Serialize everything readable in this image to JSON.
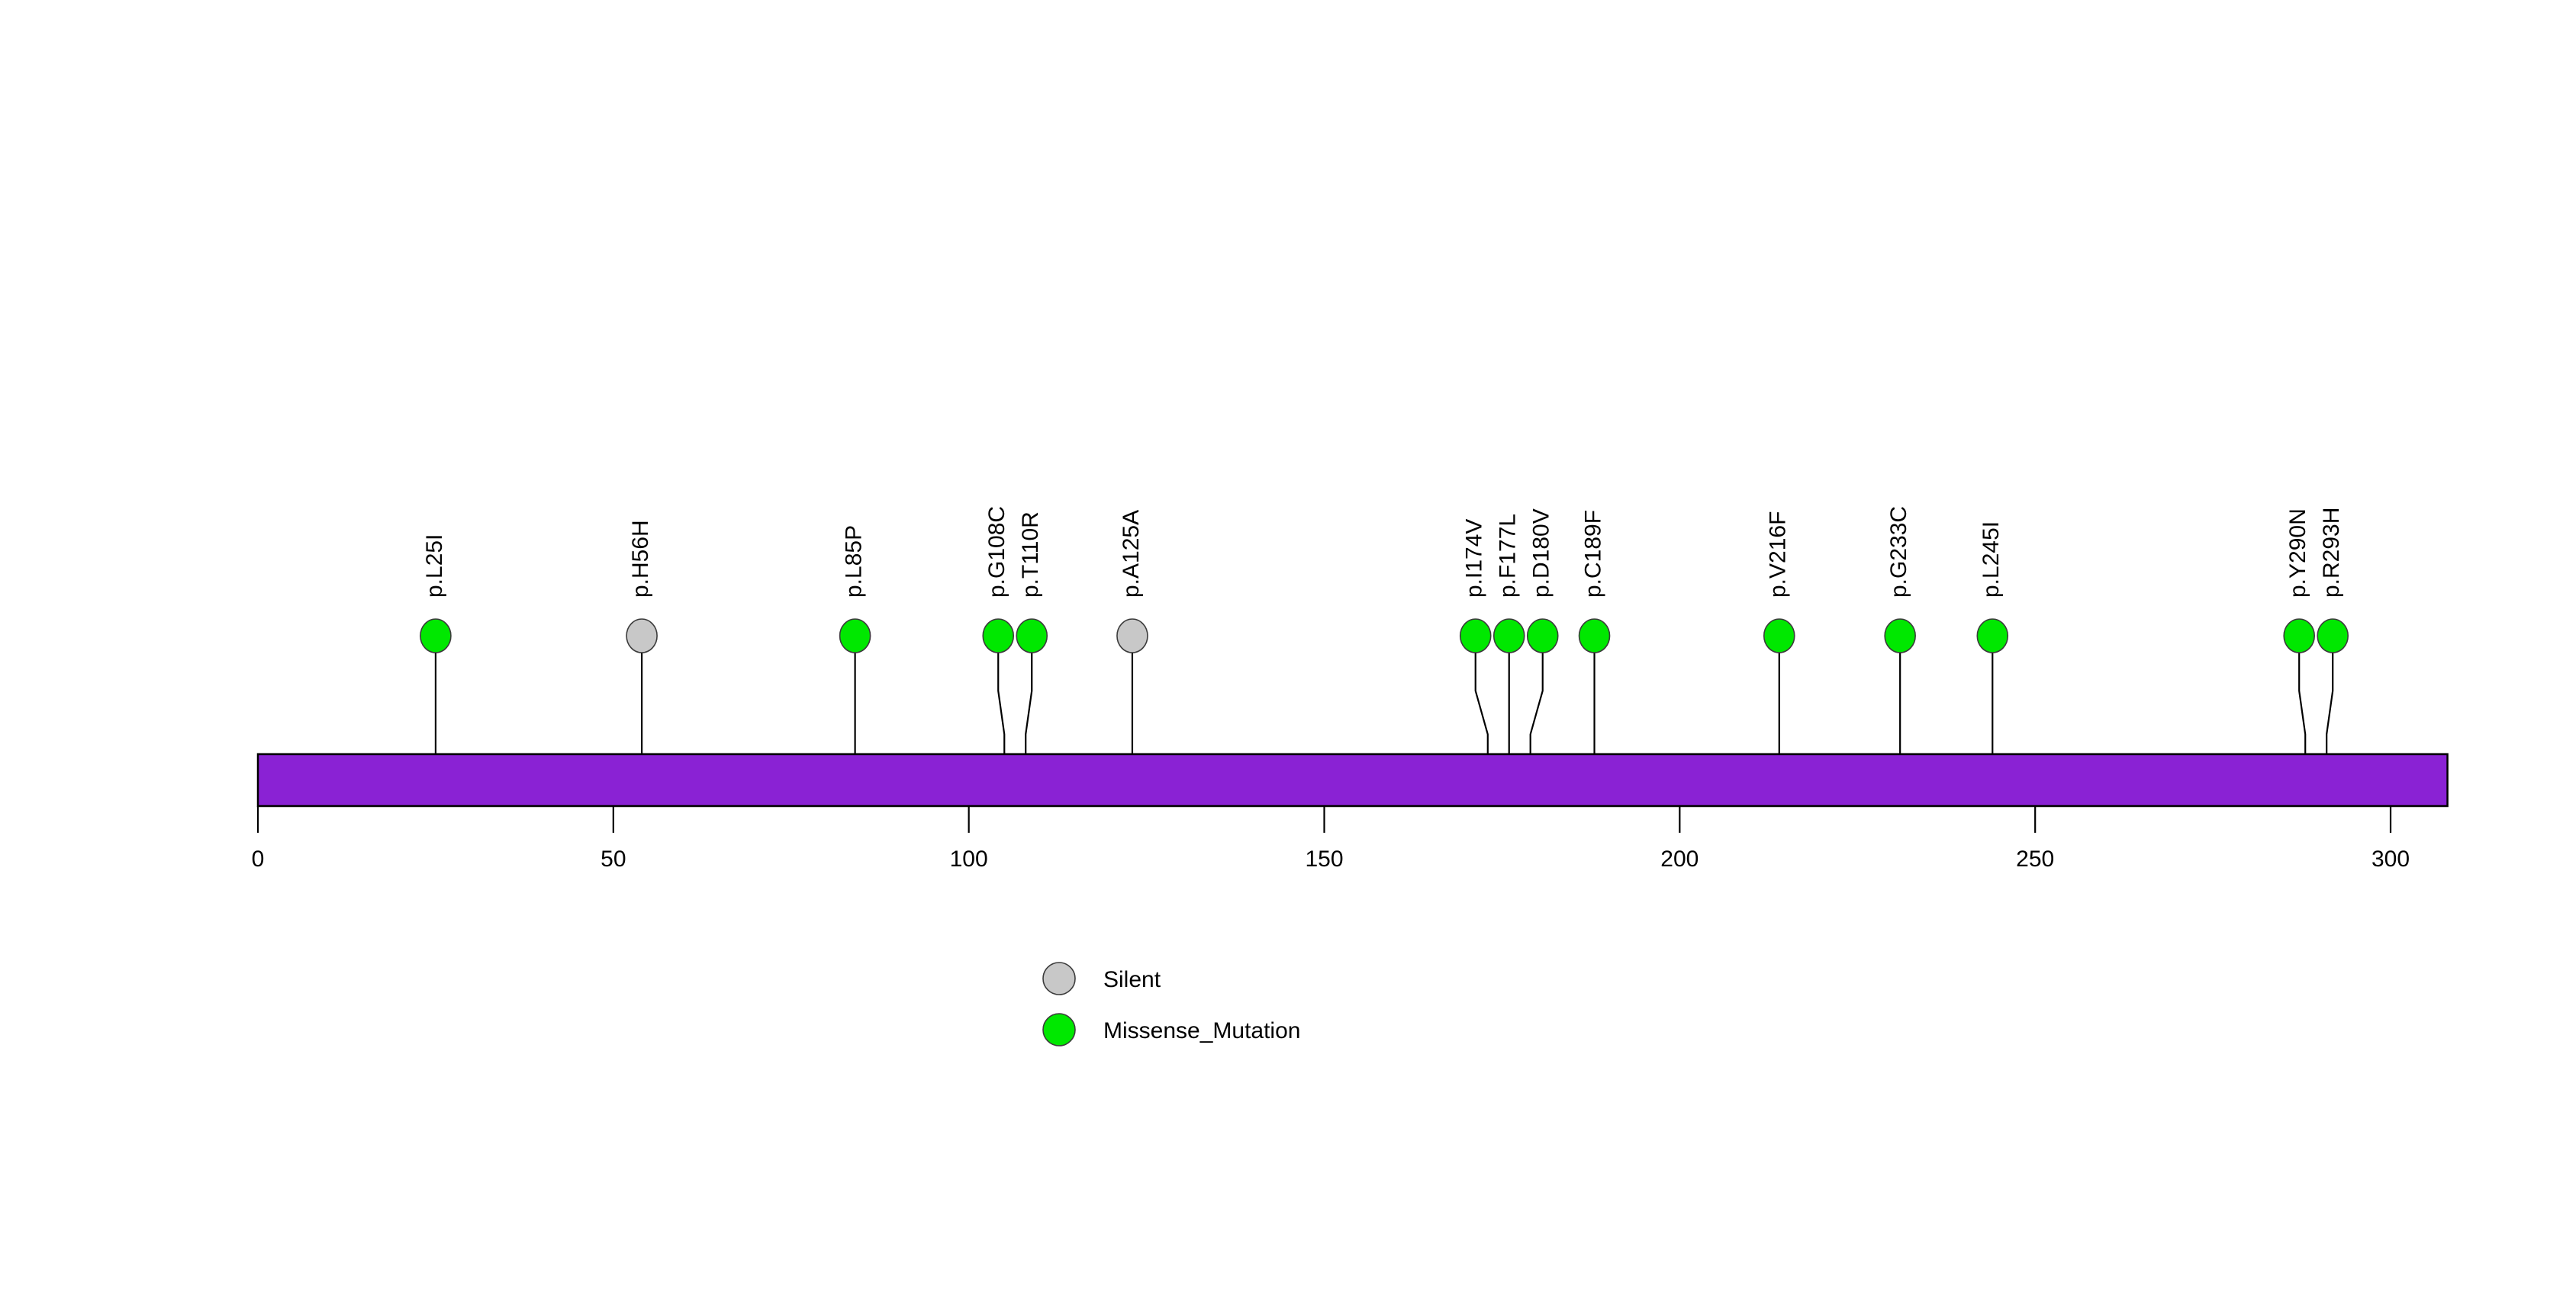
{
  "chart_data": {
    "type": "lollipop",
    "title": "",
    "xlabel": "",
    "ylabel": "",
    "xlim": [
      0,
      308
    ],
    "axis_ticks": [
      {
        "value": 0,
        "label": "0"
      },
      {
        "value": 50,
        "label": "50"
      },
      {
        "value": 100,
        "label": "100"
      },
      {
        "value": 150,
        "label": "150"
      },
      {
        "value": 200,
        "label": "200"
      },
      {
        "value": 250,
        "label": "250"
      },
      {
        "value": 300,
        "label": "300"
      }
    ],
    "protein_bar": {
      "start": 0,
      "end": 308,
      "color": "#8A22D4",
      "border_color": "#000000"
    },
    "mutations": [
      {
        "label": "p.L25I",
        "position": 25,
        "type": "Missense_Mutation",
        "color": "#00E800",
        "count": 1
      },
      {
        "label": "p.H56H",
        "position": 54,
        "type": "Silent",
        "color": "#C8C8C8",
        "count": 1
      },
      {
        "label": "p.L85P",
        "position": 84,
        "type": "Missense_Mutation",
        "color": "#00E800",
        "count": 1
      },
      {
        "label": "p.G108C",
        "position": 105,
        "type": "Missense_Mutation",
        "color": "#00E800",
        "count": 1
      },
      {
        "label": "p.T110R",
        "position": 108,
        "type": "Missense_Mutation",
        "color": "#00E800",
        "count": 1
      },
      {
        "label": "p.A125A",
        "position": 123,
        "type": "Silent",
        "color": "#C8C8C8",
        "count": 1
      },
      {
        "label": "p.I174V",
        "position": 173,
        "type": "Missense_Mutation",
        "color": "#00E800",
        "count": 1
      },
      {
        "label": "p.F177L",
        "position": 176,
        "type": "Missense_Mutation",
        "color": "#00E800",
        "count": 1
      },
      {
        "label": "p.D180V",
        "position": 179,
        "type": "Missense_Mutation",
        "color": "#00E800",
        "count": 1
      },
      {
        "label": "p.C189F",
        "position": 188,
        "type": "Missense_Mutation",
        "color": "#00E800",
        "count": 1
      },
      {
        "label": "p.V216F",
        "position": 214,
        "type": "Missense_Mutation",
        "color": "#00E800",
        "count": 1
      },
      {
        "label": "p.G233C",
        "position": 231,
        "type": "Missense_Mutation",
        "color": "#00E800",
        "count": 1
      },
      {
        "label": "p.L245I",
        "position": 244,
        "type": "Missense_Mutation",
        "color": "#00E800",
        "count": 1
      },
      {
        "label": "p.Y290N",
        "position": 288,
        "type": "Missense_Mutation",
        "color": "#00E800",
        "count": 1
      },
      {
        "label": "p.R293H",
        "position": 291,
        "type": "Missense_Mutation",
        "color": "#00E800",
        "count": 1
      }
    ],
    "legend": {
      "position": "bottom-center",
      "entries": [
        {
          "label": "Silent",
          "color": "#C8C8C8"
        },
        {
          "label": "Missense_Mutation",
          "color": "#00E800"
        }
      ]
    }
  }
}
